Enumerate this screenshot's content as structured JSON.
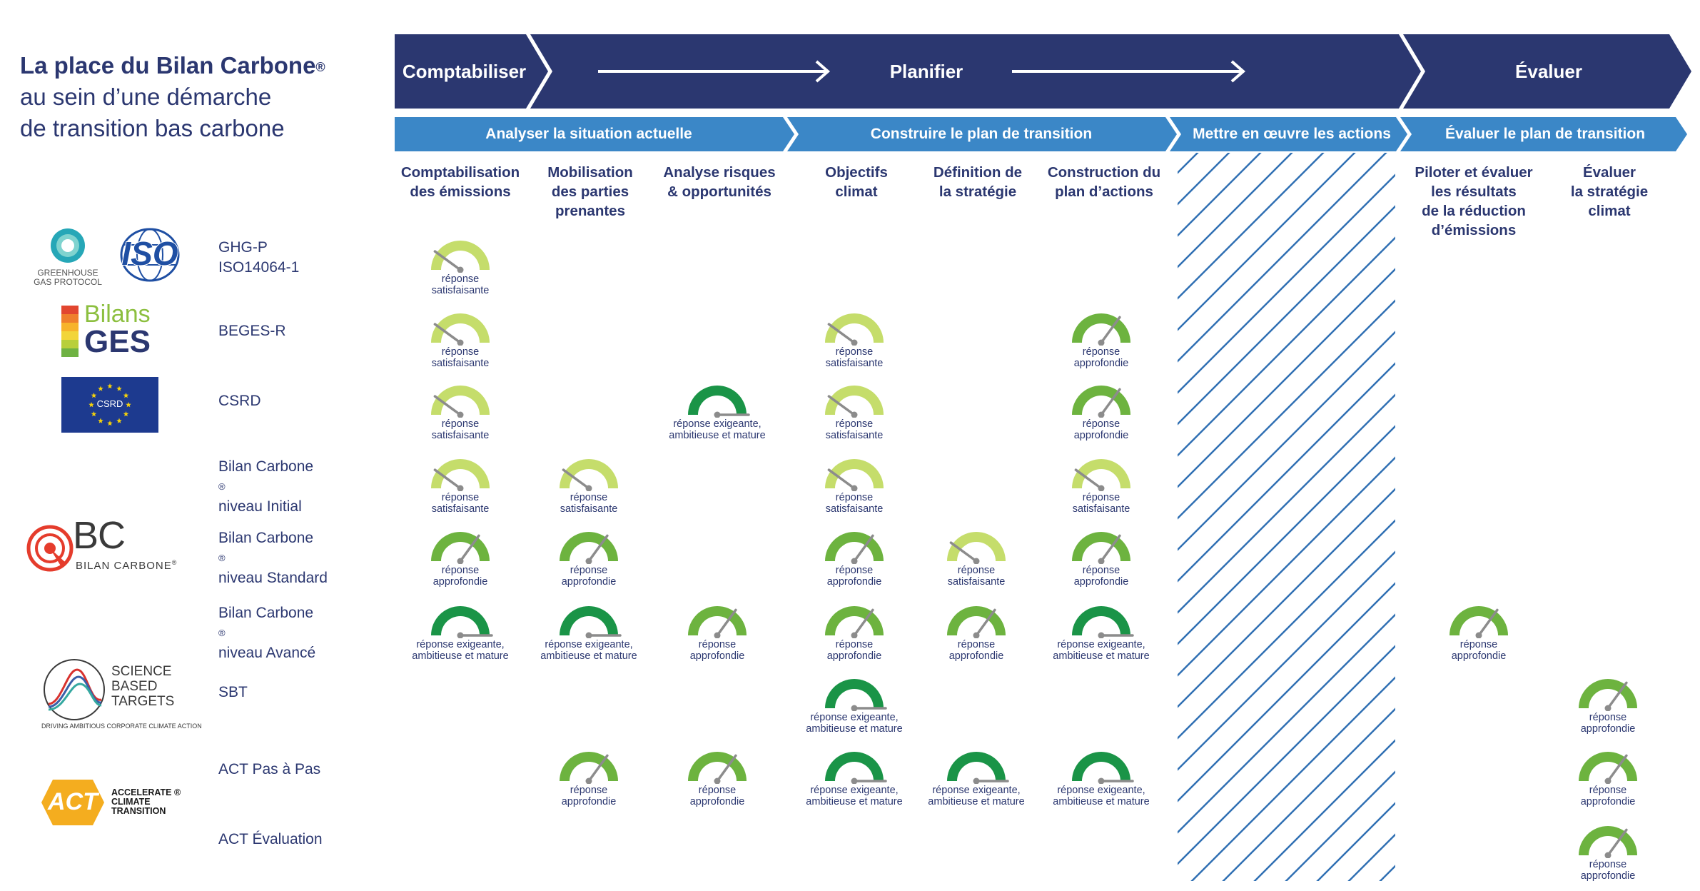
{
  "title": {
    "line1": "La place du Bilan Carbone",
    "line1_mark": "®",
    "line2": "au sein d’une démarche",
    "line3": "de transition bas carbone"
  },
  "phases": [
    "Comptabiliser",
    "Planifier",
    "Évaluer"
  ],
  "stages": [
    "Analyser la situation actuelle",
    "Construire le plan de transition",
    "Mettre en œuvre les actions",
    "Évaluer le plan de transition"
  ],
  "columns": [
    {
      "lines": [
        "Comptabilisation",
        "des émissions"
      ]
    },
    {
      "lines": [
        "Mobilisation",
        "des parties",
        "prenantes"
      ]
    },
    {
      "lines": [
        "Analyse risques",
        "& opportunités"
      ]
    },
    {
      "lines": [
        "Objectifs",
        "climat"
      ]
    },
    {
      "lines": [
        "Définition de",
        "la stratégie"
      ]
    },
    {
      "lines": [
        "Construction du",
        "plan d’actions"
      ]
    },
    {
      "lines": [
        "Piloter et évaluer",
        "les résultats",
        "de la réduction",
        "d’émissions"
      ]
    },
    {
      "lines": [
        "Évaluer",
        "la stratégie",
        "climat"
      ]
    }
  ],
  "levels": {
    "s": [
      "réponse",
      "satisfaisante"
    ],
    "a": [
      "réponse",
      "approfondie"
    ],
    "e": [
      "réponse exigeante,",
      "ambitieuse et mature"
    ]
  },
  "level_values": {
    "s": 0.2,
    "a": 0.7,
    "e": 1.0
  },
  "colors": {
    "navy": "#2b3770",
    "stage_blue": "#3b87c7",
    "hatch": "#2f6fb3",
    "gauge_s": "#c5dd6b",
    "gauge_a": "#6db33f",
    "gauge_e": "#1a9447",
    "needle": "#8c8c8c"
  },
  "rows": [
    {
      "label": [
        "GHG-P",
        "ISO14064-1"
      ],
      "cells": [
        "s",
        "",
        "",
        "",
        "",
        "",
        "",
        ""
      ]
    },
    {
      "label": [
        "BEGES-R"
      ],
      "cells": [
        "s",
        "",
        "",
        "s",
        "",
        "a",
        "",
        ""
      ]
    },
    {
      "label": [
        "CSRD"
      ],
      "cells": [
        "s",
        "",
        "e",
        "s",
        "",
        "a",
        "",
        ""
      ]
    },
    {
      "label": [
        "Bilan Carbone",
        "niveau Initial"
      ],
      "mark": "®",
      "cells": [
        "s",
        "s",
        "",
        "s",
        "",
        "s",
        "",
        ""
      ]
    },
    {
      "label": [
        "Bilan Carbone",
        "niveau Standard"
      ],
      "mark": "®",
      "cells": [
        "a",
        "a",
        "",
        "a",
        "s",
        "a",
        "",
        ""
      ]
    },
    {
      "label": [
        "Bilan Carbone",
        "niveau Avancé"
      ],
      "mark": "®",
      "cells": [
        "e",
        "e",
        "a",
        "a",
        "a",
        "e",
        "a",
        ""
      ]
    },
    {
      "label": [
        "SBT"
      ],
      "cells": [
        "",
        "",
        "",
        "e",
        "",
        "",
        "",
        "a"
      ]
    },
    {
      "label": [
        "ACT Pas à Pas"
      ],
      "cells": [
        "",
        "a",
        "a",
        "e",
        "e",
        "e",
        "",
        "a"
      ]
    },
    {
      "label": [
        "ACT Évaluation"
      ],
      "cells": [
        "",
        "",
        "",
        "",
        "",
        "",
        "",
        "a"
      ]
    }
  ],
  "logos": {
    "ghg": [
      "GREENHOUSE",
      "GAS PROTOCOL"
    ],
    "iso": "ISO",
    "bilans": "Bilans",
    "ges": "GES",
    "csrd": "CSRD",
    "bc": "BC",
    "bc_sub": "BILAN CARBONE",
    "bc_mark": "®",
    "sbt": [
      "SCIENCE",
      "BASED",
      "TARGETS"
    ],
    "sbt_tag": "DRIVING AMBITIOUS CORPORATE CLIMATE ACTION",
    "act": "ACT",
    "act_lines": [
      "ACCELERATE",
      "CLIMATE",
      "TRANSITION"
    ],
    "act_mark": "®"
  }
}
